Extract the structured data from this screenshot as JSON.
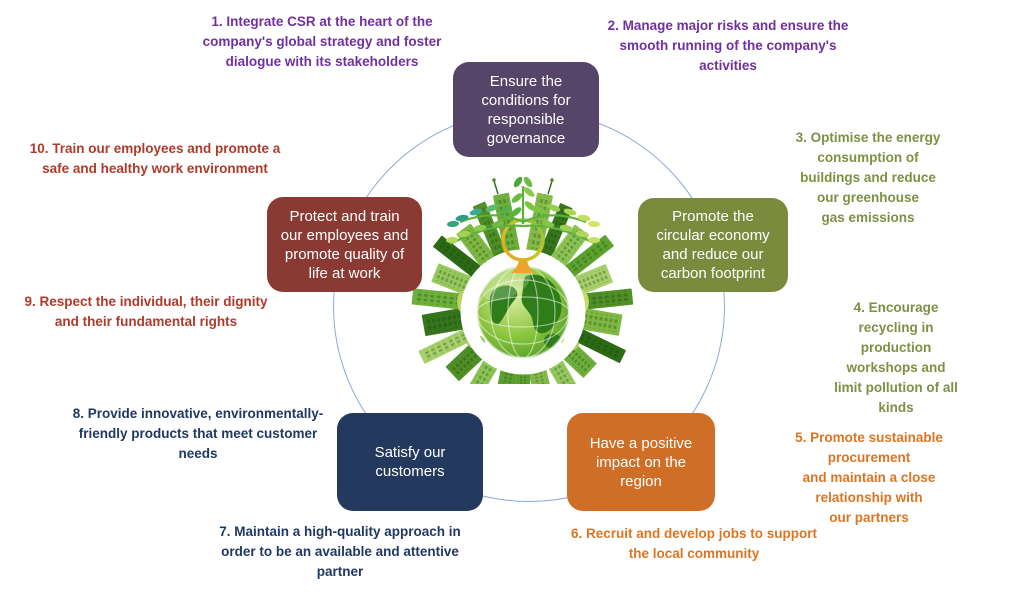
{
  "diagram": {
    "type": "csr-commitments-wheel",
    "center_illustration": "green-city-globe-with-tree"
  },
  "colors": {
    "connector_circle": "#8ea8da",
    "pillar_governance": "#564569",
    "pillar_circular_economy": "#7a8b3e",
    "pillar_employees": "#8a3a33",
    "pillar_customers": "#24395e",
    "pillar_region": "#cf6e27",
    "text_purple": "#7030a0",
    "text_olive": "#7e9044",
    "text_orange": "#dc7523",
    "text_navy": "#1f3864",
    "text_red": "#af3a2a"
  },
  "pillars": [
    {
      "id": "governance",
      "label": "Ensure the\nconditions for\nresponsible\ngovernance",
      "color": "#564569",
      "position": "top"
    },
    {
      "id": "circular-economy",
      "label": "Promote the\ncircular economy\nand reduce our\ncarbon footprint",
      "color": "#7a8b3e",
      "position": "right"
    },
    {
      "id": "employees",
      "label": "Protect and train\nour employees and\npromote quality of\nlife at work",
      "color": "#8a3a33",
      "position": "left"
    },
    {
      "id": "customers",
      "label": "Satisfy our\ncustomers",
      "color": "#24395e",
      "position": "bottom-left"
    },
    {
      "id": "region",
      "label": "Have a positive\nimpact on the\nregion",
      "color": "#cf6e27",
      "position": "bottom-right"
    }
  ],
  "commitments": [
    {
      "number": 1,
      "pillar": "governance",
      "color": "#7030a0",
      "text": "1. Integrate CSR at the heart of the\ncompany's global strategy and foster\ndialogue with its stakeholders"
    },
    {
      "number": 2,
      "pillar": "governance",
      "color": "#7030a0",
      "text": "2. Manage major risks and ensure the\nsmooth running of the company's\nactivities"
    },
    {
      "number": 3,
      "pillar": "circular-economy",
      "color": "#7e9044",
      "text": "3. Optimise the energy consumption of\nbuildings and reduce our greenhouse\ngas emissions"
    },
    {
      "number": 4,
      "pillar": "circular-economy",
      "color": "#7e9044",
      "text": "4. Encourage recycling in production\nworkshops and limit pollution of all\nkinds"
    },
    {
      "number": 5,
      "pillar": "region",
      "color": "#dc7523",
      "text": "5. Promote sustainable procurement\nand maintain a close relationship with\nour partners"
    },
    {
      "number": 6,
      "pillar": "region",
      "color": "#dc7523",
      "text": "6. Recruit and develop jobs to support\nthe local community"
    },
    {
      "number": 7,
      "pillar": "customers",
      "color": "#1f3864",
      "text": "7. Maintain a high-quality approach in\norder to be an available and attentive\npartner"
    },
    {
      "number": 8,
      "pillar": "customers",
      "color": "#1f3864",
      "text": "8. Provide innovative, environmentally-\nfriendly products that meet customer\nneeds"
    },
    {
      "number": 9,
      "pillar": "employees",
      "color": "#af3a2a",
      "text": "9. Respect the individual, their dignity\nand their fundamental rights"
    },
    {
      "number": 10,
      "pillar": "employees",
      "color": "#af3a2a",
      "text": "10. Train our employees and promote a\nsafe and healthy work environment"
    }
  ]
}
